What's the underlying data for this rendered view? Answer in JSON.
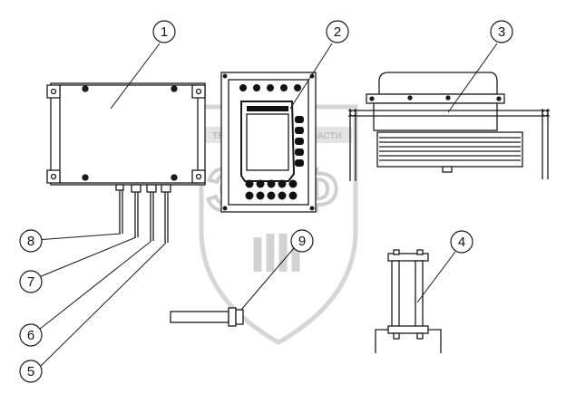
{
  "callouts": [
    {
      "id": "c1",
      "label": "1"
    },
    {
      "id": "c2",
      "label": "2"
    },
    {
      "id": "c3",
      "label": "3"
    },
    {
      "id": "c4",
      "label": "4"
    },
    {
      "id": "c5",
      "label": "5"
    },
    {
      "id": "c6",
      "label": "6"
    },
    {
      "id": "c7",
      "label": "7"
    },
    {
      "id": "c8",
      "label": "8"
    },
    {
      "id": "c9",
      "label": "9"
    }
  ],
  "watermark": {
    "left_text": "ТЕХНИКА",
    "right_text": "ЗАПЧАСТИ",
    "letters": "ЗТФ",
    "color": "#c9c9c9"
  },
  "colors": {
    "line": "#1a1a1a",
    "fill": "#ffffff",
    "dark": "#111111"
  }
}
